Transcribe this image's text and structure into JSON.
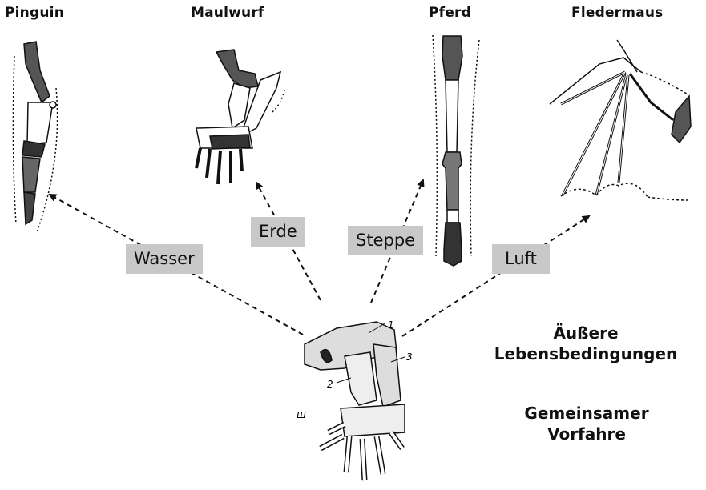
{
  "animals": {
    "pinguin": "Pinguin",
    "maulwurf": "Maulwurf",
    "pferd": "Pferd",
    "fledermaus": "Fledermaus"
  },
  "environments": {
    "wasser": "Wasser",
    "erde": "Erde",
    "steppe": "Steppe",
    "luft": "Luft"
  },
  "captions": {
    "line1": "Äußere",
    "line2": "Lebensbedingungen",
    "line3": "Gemeinsamer",
    "line4": "Vorfahre"
  },
  "ancestor_labels": {
    "n1": "1",
    "n2": "2",
    "n3": "3",
    "roman": "ш"
  },
  "colors": {
    "label_bg": "#c8c8c8",
    "bone_dark": "#555555",
    "bone_light": "#ffffff"
  }
}
